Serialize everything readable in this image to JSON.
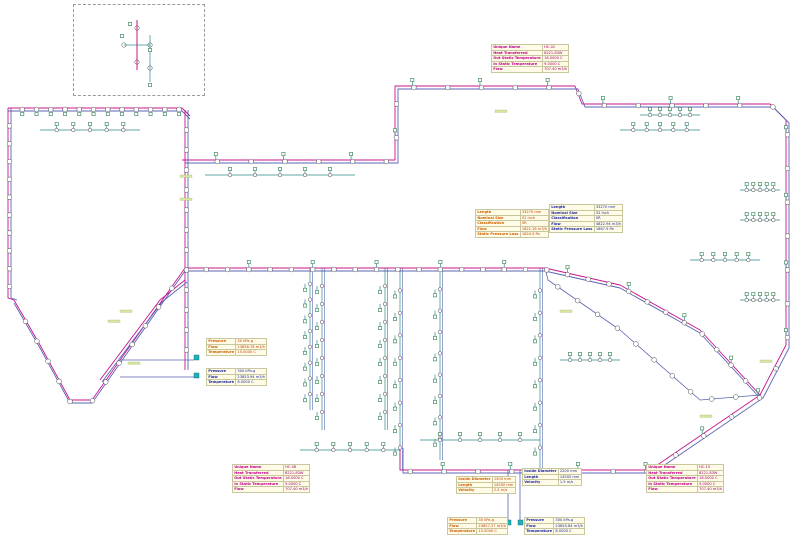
{
  "colors": {
    "supply": "#c8148c",
    "return": "#5a64b4",
    "branch": "#2a8a8a",
    "node_fill": "#ffffff",
    "node_stroke": "#444444",
    "tee": "#2f7d4f",
    "label_green": "#d8e6a0",
    "source": "#20b0b8"
  },
  "tables": [
    {
      "id": "house-top",
      "style": "magenta",
      "rows": [
        [
          "Unique Name",
          "HC-02"
        ],
        [
          "Heat Transferred",
          "8221.83W"
        ],
        [
          "Out Static Temperature",
          "18.0000 C"
        ],
        [
          "In Static Temperature",
          "9.0000 C"
        ],
        [
          "Flow",
          "707.40 m3/h"
        ]
      ]
    },
    {
      "id": "pipe-left",
      "style": "orange",
      "rows": [
        [
          "Length",
          "33270 mm"
        ],
        [
          "Nominal Size",
          "52 Inch"
        ],
        [
          "Classification",
          "SR"
        ],
        [
          "Flow",
          "1822.18 m3/h"
        ],
        [
          "Static Pressure Loss",
          "1824.5 Pa"
        ]
      ]
    },
    {
      "id": "pipe-right",
      "style": "blue",
      "rows": [
        [
          "Length",
          "33270 mm"
        ],
        [
          "Nominal Size",
          "52 Inch"
        ],
        [
          "Classification",
          "SR"
        ],
        [
          "Flow",
          "4822.94 m3/h"
        ],
        [
          "Static Pressure Loss",
          "1867.9 Pa"
        ]
      ]
    },
    {
      "id": "src-left-supply",
      "style": "orange",
      "rows": [
        [
          "Pressure",
          "30 kPa-g"
        ],
        [
          "Flow",
          "23856.78 m3/h"
        ],
        [
          "Temperature",
          "15.0000 C"
        ]
      ]
    },
    {
      "id": "src-left-return",
      "style": "blue",
      "rows": [
        [
          "Pressure",
          "300 kPa-g"
        ],
        [
          "Flow",
          "23853.94 m3/h"
        ],
        [
          "Temperature",
          "8.0000 C"
        ]
      ]
    },
    {
      "id": "house-bottom-left",
      "style": "magenta",
      "rows": [
        [
          "Unique Name",
          "HC-08"
        ],
        [
          "Heat Transferred",
          "8221.83W"
        ],
        [
          "Out Static Temperature",
          "18.0000 C"
        ],
        [
          "In Static Temperature",
          "9.0000 C"
        ],
        [
          "Flow",
          "707.40 m3/h"
        ]
      ]
    },
    {
      "id": "duct-mid",
      "style": "orange",
      "rows": [
        [
          "Inside Diameter",
          "1500 mm"
        ],
        [
          "Length",
          "14500 mm"
        ],
        [
          "Velocity",
          "2.5 m/s"
        ]
      ]
    },
    {
      "id": "duct-right",
      "style": "blue",
      "rows": [
        [
          "Inside Diameter",
          "2200 mm"
        ],
        [
          "Length",
          "14500 mm"
        ],
        [
          "Velocity",
          "1.5 m/s"
        ]
      ]
    },
    {
      "id": "house-bottom-right",
      "style": "magenta",
      "rows": [
        [
          "Unique Name",
          "HC-15"
        ],
        [
          "Heat Transferred",
          "8221.83W"
        ],
        [
          "Out Static Temperature",
          "18.0000 C"
        ],
        [
          "In Static Temperature",
          "9.0000 C"
        ],
        [
          "Flow",
          "707.40 m3/h"
        ]
      ]
    },
    {
      "id": "src-bottom-supply",
      "style": "orange",
      "rows": [
        [
          "Pressure",
          "30 kPa-g"
        ],
        [
          "Flow",
          "23857.27 m3/h"
        ],
        [
          "Temperature",
          "15.0000 C"
        ]
      ]
    },
    {
      "id": "src-bottom-return",
      "style": "blue",
      "rows": [
        [
          "Pressure",
          "300 kPa-g"
        ],
        [
          "Flow",
          "23855.84 m3/h"
        ],
        [
          "Temperature",
          "8.0000 C"
        ]
      ]
    }
  ]
}
